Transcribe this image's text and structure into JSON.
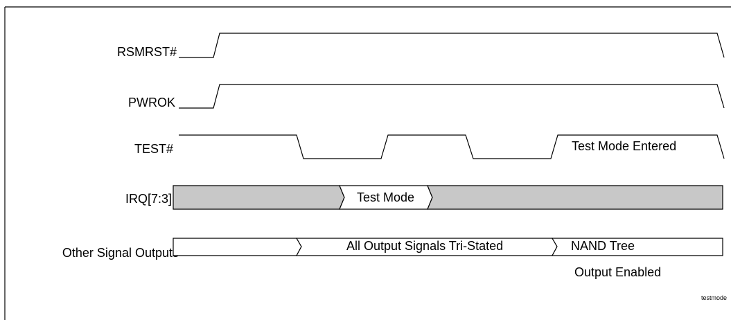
{
  "signals": {
    "rsmrst": "RSMRST#",
    "pwrok": "PWROK",
    "test": "TEST#",
    "irq": "IRQ[7:3]",
    "other": "Other Signal Outputs"
  },
  "annotations": {
    "test_mode_entered": "Test Mode Entered",
    "test_mode": "Test Mode",
    "tri_stated": "All Output Signals Tri-Stated",
    "nand_tree": "NAND Tree",
    "output_enabled": "Output Enabled"
  },
  "figure_tag": "testmode",
  "colors": {
    "line": "#000000",
    "bus_shaded": "#c8c8c8",
    "bus_clear": "#ffffff",
    "frame": "#000000"
  }
}
